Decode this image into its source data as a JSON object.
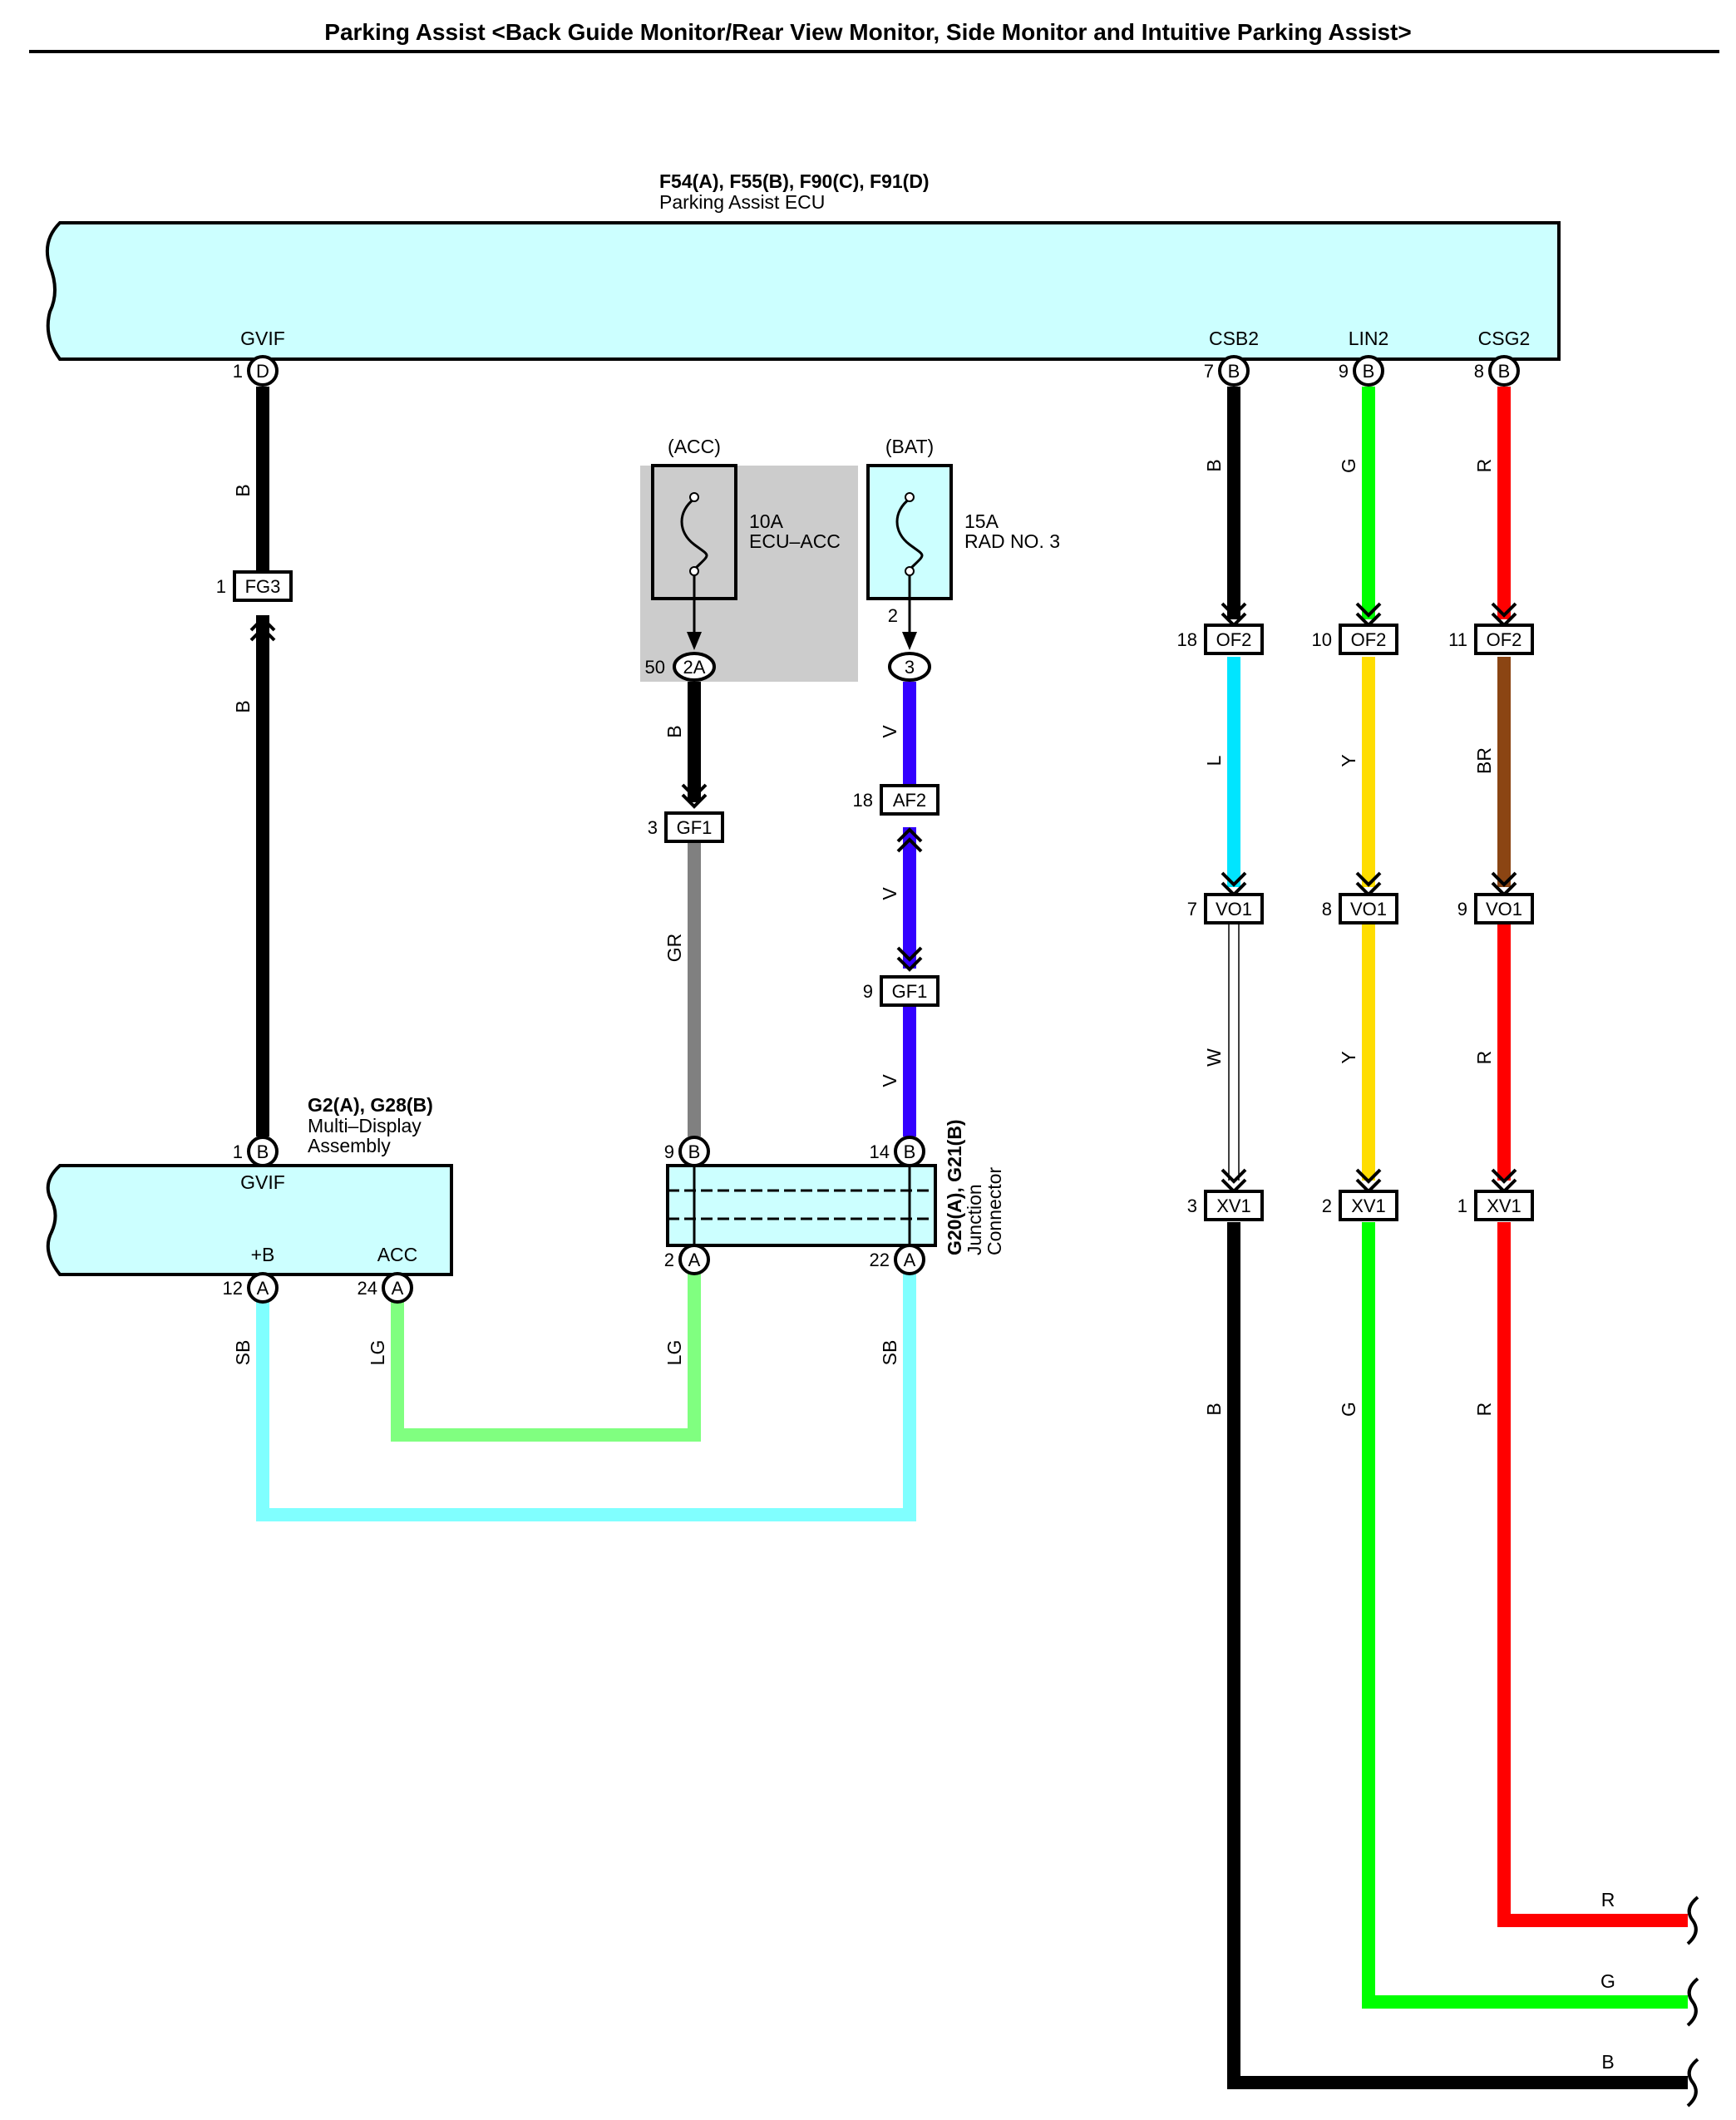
{
  "title": "Parking Assist <Back Guide Monitor/Rear View Monitor, Side Monitor and Intuitive Parking Assist>",
  "colors": {
    "B": "#000000",
    "G": "#00ff00",
    "R": "#ff0000",
    "L": "#00e5ff",
    "Y": "#ffdd00",
    "BR": "#8b4513",
    "W": "#ffffff",
    "GR": "#808080",
    "V": "#3300ff",
    "LG": "#80ff80",
    "SB": "#80ffff",
    "component_fill": "#ccffff",
    "relay_box_fill": "#cccccc"
  },
  "ecu": {
    "codes": "F54(A), F55(B), F90(C), F91(D)",
    "name": "Parking Assist ECU",
    "pins": [
      {
        "label": "GVIF",
        "num": "1",
        "conn": "D"
      },
      {
        "label": "CSB2",
        "num": "7",
        "conn": "B"
      },
      {
        "label": "LIN2",
        "num": "9",
        "conn": "B"
      },
      {
        "label": "CSG2",
        "num": "8",
        "conn": "B"
      }
    ]
  },
  "mda": {
    "codes": "G2(A), G28(B)",
    "name_line1": "Multi–Display",
    "name_line2": "Assembly",
    "pins": [
      {
        "label": "GVIF",
        "num": "1",
        "conn": "B"
      },
      {
        "label": "+B",
        "num": "12",
        "conn": "A"
      },
      {
        "label": "ACC",
        "num": "24",
        "conn": "A"
      }
    ]
  },
  "junction": {
    "codes": "G20(A), G21(B)",
    "name_line1": "Junction",
    "name_line2": "Connector",
    "pins": [
      {
        "num": "9",
        "conn": "B"
      },
      {
        "num": "14",
        "conn": "B"
      },
      {
        "num": "2",
        "conn": "A"
      },
      {
        "num": "22",
        "conn": "A"
      }
    ]
  },
  "fuses": [
    {
      "source": "(ACC)",
      "rating": "10A",
      "name": "ECU–ACC",
      "pin": "50",
      "terminal": "2A"
    },
    {
      "source": "(BAT)",
      "rating": "15A",
      "name": "RAD NO. 3",
      "pin": "2",
      "terminal": "3"
    }
  ],
  "connectors": [
    {
      "pin": "1",
      "code": "FG3"
    },
    {
      "pin": "3",
      "code": "GF1"
    },
    {
      "pin": "18",
      "code": "AF2"
    },
    {
      "pin": "9",
      "code": "GF1"
    },
    {
      "pin": "18",
      "code": "OF2"
    },
    {
      "pin": "10",
      "code": "OF2"
    },
    {
      "pin": "11",
      "code": "OF2"
    },
    {
      "pin": "7",
      "code": "VO1"
    },
    {
      "pin": "8",
      "code": "VO1"
    },
    {
      "pin": "9",
      "code": "VO1"
    },
    {
      "pin": "3",
      "code": "XV1"
    },
    {
      "pin": "2",
      "code": "XV1"
    },
    {
      "pin": "1",
      "code": "XV1"
    }
  ],
  "wire_labels": [
    "B",
    "B",
    "B",
    "GR",
    "V",
    "V",
    "V",
    "B",
    "L",
    "W",
    "B",
    "G",
    "Y",
    "Y",
    "G",
    "R",
    "BR",
    "R",
    "R",
    "SB",
    "LG",
    "LG",
    "SB",
    "R",
    "G",
    "B"
  ]
}
